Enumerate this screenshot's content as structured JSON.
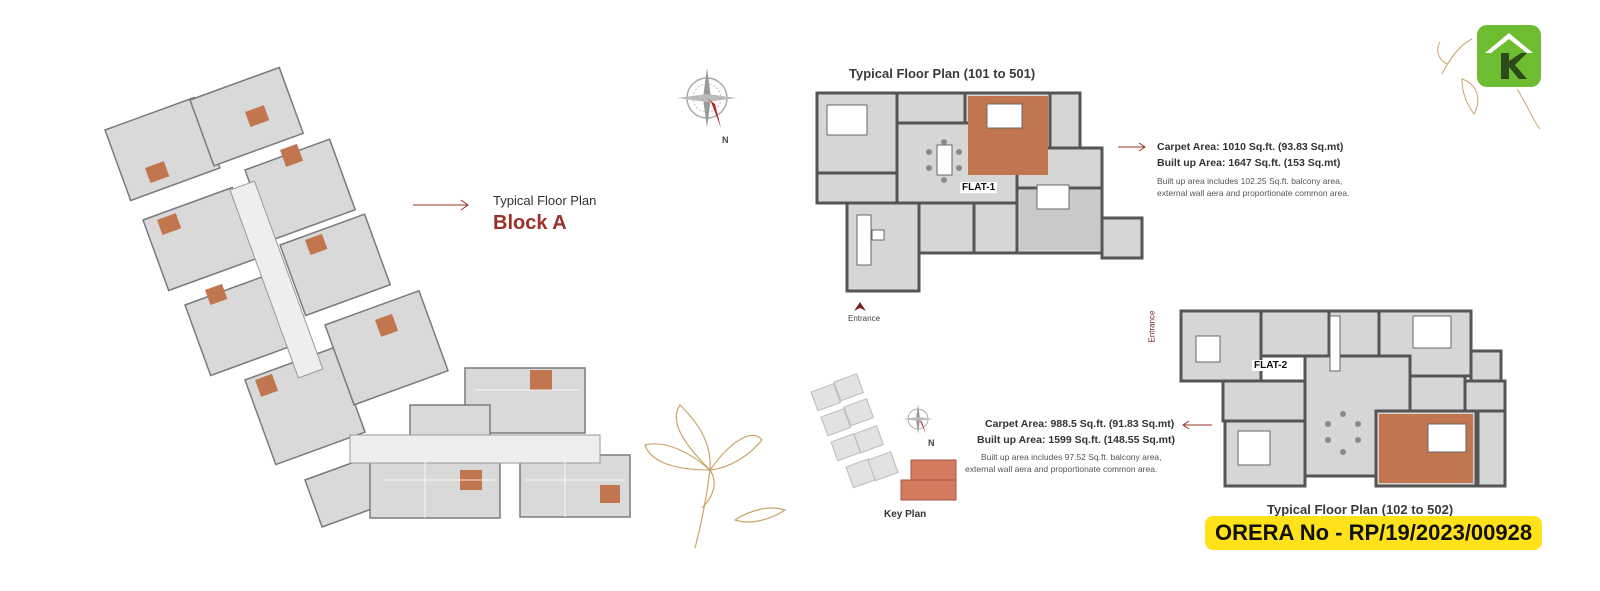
{
  "block_plan": {
    "subtitle": "Typical Floor Plan",
    "title": "Block A"
  },
  "plan_1": {
    "title": "Typical Floor Plan (101 to 501)",
    "flat_label": "FLAT-1",
    "carpet_area": "Carpet Area: 1010 Sq.ft. (93.83 Sq.mt)",
    "builtup_area": "Built up Area: 1647 Sq.ft. (153 Sq.mt)",
    "note_line1": "Built up area includes 102.25 Sq.ft. balcony area,",
    "note_line2": "external wall aera and proportionate common area.",
    "entrance": "Entrance"
  },
  "plan_2": {
    "title": "Typical Floor Plan (102 to 502)",
    "flat_label": "FLAT-2",
    "carpet_area": "Carpet Area: 988.5 Sq.ft. (91.83 Sq.mt)",
    "builtup_area": "Built up Area: 1599 Sq.ft. (148.55 Sq.mt)",
    "note_line1": "Built up area includes 97.52 Sq.ft. balcony area,",
    "note_line2": "external wall aera and proportionate common area.",
    "entrance": "Entrance"
  },
  "key_plan": {
    "label": "Key Plan"
  },
  "compass": {
    "north_label": "N"
  },
  "orera": "ORERA No - RP/19/2023/00928",
  "colors": {
    "accent": "#9b2f2a",
    "badge": "#ffe21a",
    "logo": "#6ebc2f",
    "bedroom": "#c1764f",
    "gold": "#c9a46a"
  }
}
